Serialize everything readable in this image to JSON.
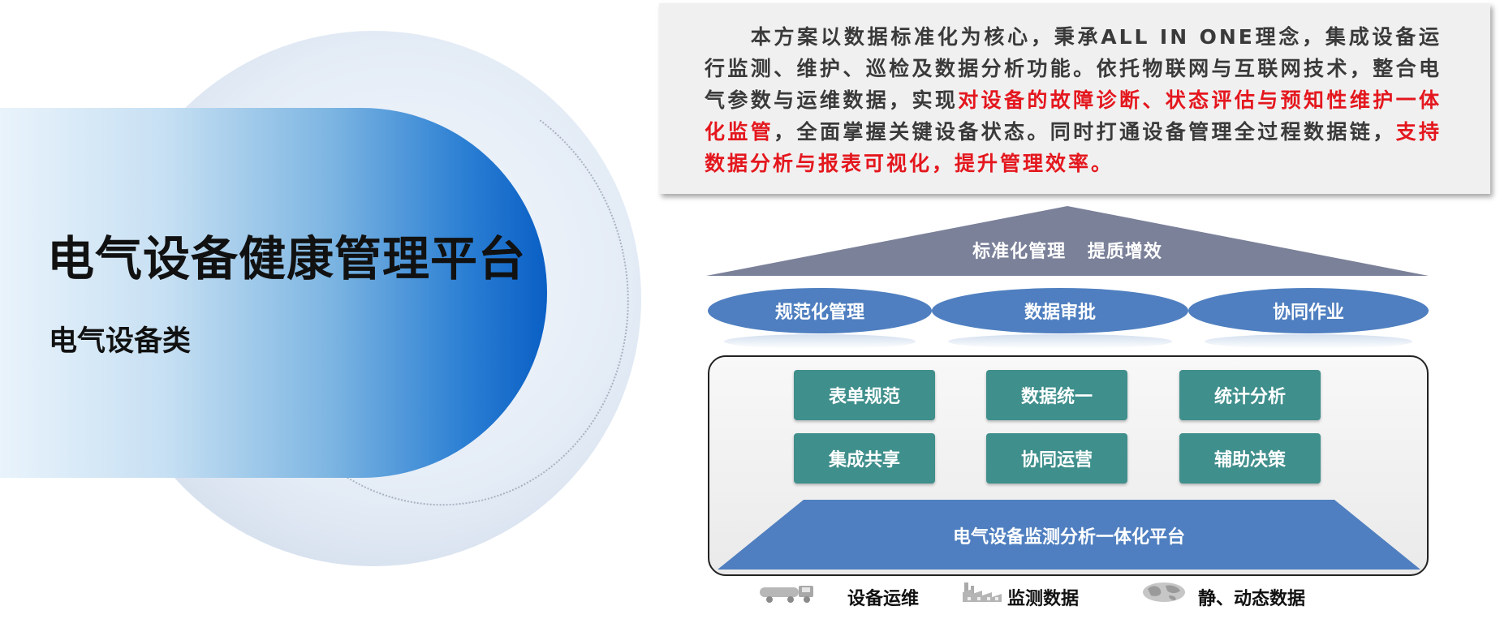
{
  "hero": {
    "title": "电气设备健康管理平台",
    "subtitle": "电气设备类"
  },
  "description": {
    "seg1": "本方案以数据标准化为核心，秉承ALL IN ONE理念，集成设备运行监测、维护、巡检及数据分析功能。依托物联网与互联网技术，整合电气参数与运维数据，实现",
    "seg2_highlight": "对设备的故障诊断、状态评估与预知性维护一体化监管",
    "seg3": "，全面掌握关键设备状态。同时打通设备管理全过程数据链，",
    "seg4_highlight": "支持数据分析与报表可视化，提升管理效率。"
  },
  "diagram": {
    "roof_label": "标准化管理 提质增效",
    "pills": [
      "规范化管理",
      "数据审批",
      "协同作业"
    ],
    "tiles": [
      "表单规范",
      "数据统一",
      "统计分析",
      "集成共享",
      "协同运营",
      "辅助决策"
    ],
    "base_label": "电气设备监测分析一体化平台"
  },
  "footer": {
    "items": [
      {
        "label": "设备运维",
        "icon": "truck-icon"
      },
      {
        "label": "监测数据",
        "icon": "factory-icon"
      },
      {
        "label": "静、动态数据",
        "icon": "globe-icon"
      }
    ]
  },
  "colors": {
    "highlight": "#e4171e",
    "pill": "#4f7fc0",
    "tile": "#3f8f8c",
    "roof": "#7b8199",
    "base": "#4f7fc0"
  }
}
